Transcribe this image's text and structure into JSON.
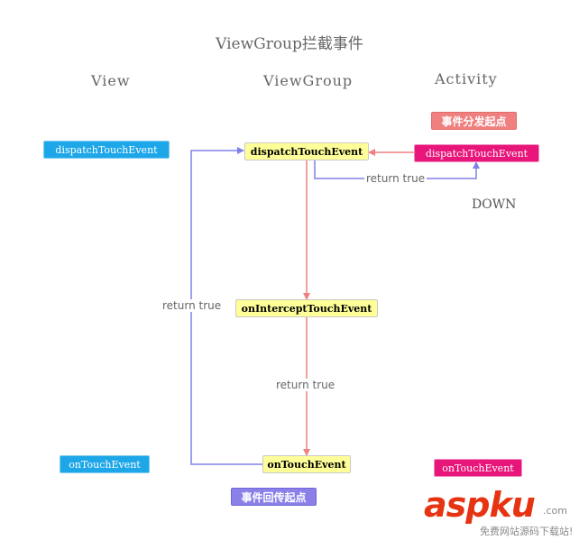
{
  "title": "ViewGroup拦截事件",
  "columns": {
    "view": "View",
    "viewgroup": "ViewGroup",
    "activity": "Activity"
  },
  "nodes": {
    "view_dispatch": "dispatchTouchEvent",
    "vg_dispatch": "dispatchTouchEvent",
    "act_dispatch": "dispatchTouchEvent",
    "vg_intercept": "onInterceptTouchEvent",
    "view_ontouch": "onTouchEvent",
    "vg_ontouch": "onTouchEvent",
    "act_ontouch": "onTouchEvent"
  },
  "tags": {
    "start": "事件分发起点",
    "return_start": "事件回传起点"
  },
  "edge_labels": {
    "vg_to_act": "return true",
    "left_loop": "return true",
    "intercept_to_ontouch": "return true"
  },
  "down_label": "DOWN",
  "watermark": {
    "main": "aspku",
    "sub": "免费网站源码下载站!",
    "domain": ".com"
  },
  "colors": {
    "red_arrow": "#f08080",
    "blue_arrow": "#8080e8",
    "yellow_node": "#ffff99",
    "blue_node": "#1ea7e8",
    "pink_node": "#e8157a"
  }
}
